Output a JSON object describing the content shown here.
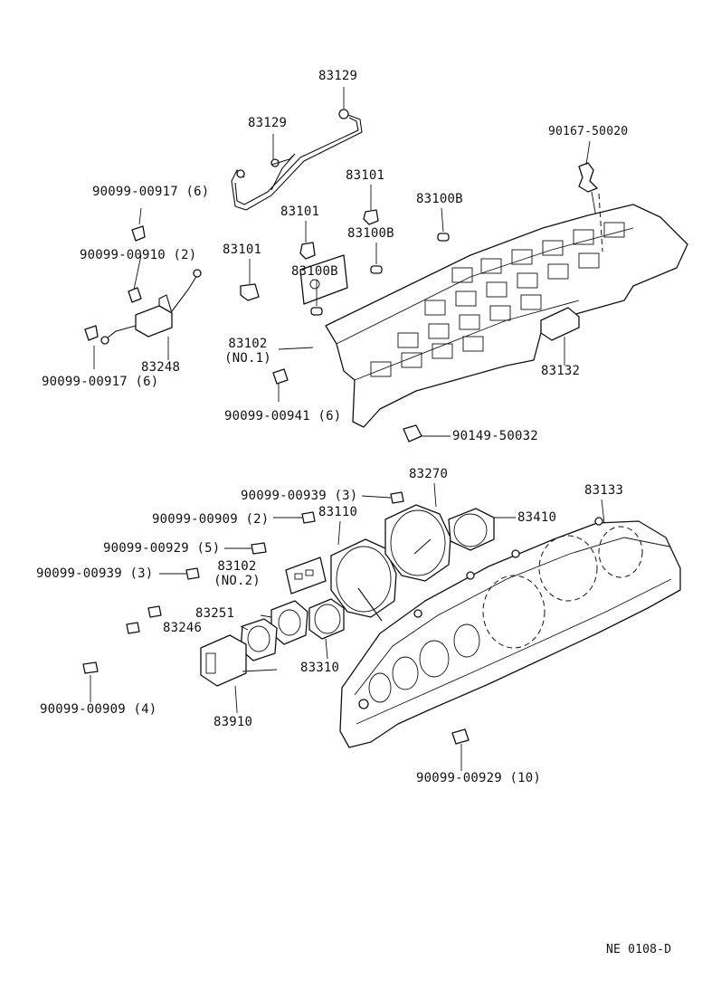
{
  "drawing_code": "NE 0108-D",
  "upper_labels": {
    "wire_a": "83129",
    "wire_b": "83129",
    "nut": "90167-50020",
    "screw_917_top": "90099-00917 (6)",
    "screw_910": "90099-00910 (2)",
    "screw_917_bot": "90099-00917 (6)",
    "socket_a": "83101",
    "socket_b": "83101",
    "socket_c": "83101",
    "bulb_a": "83100B",
    "bulb_b": "83100B",
    "bulb_c": "83100B",
    "sensor": "83248",
    "plate_no1_line1": "83102",
    "plate_no1_line2": "(NO.1)",
    "screw_941": "90099-00941 (6)",
    "bracket": "83132",
    "screw_90149": "90149-50032"
  },
  "lower_labels": {
    "screw_939_a": "90099-00939 (3)",
    "tach": "83270",
    "case": "83133",
    "screw_909_a": "90099-00909 (2)",
    "speedo": "83110",
    "fuel_gauge": "83410",
    "screw_929_a": "90099-00929 (5)",
    "screw_939_b": "90099-00939 (3)",
    "plate_no2_line1": "83102",
    "plate_no2_line2": "(NO.2)",
    "gauge_251": "83251",
    "gauge_246": "83246",
    "temp_gauge": "83310",
    "screw_909_b": "90099-00909 (4)",
    "cluster_unit": "83910",
    "screw_929_b": "90099-00929 (10)"
  }
}
